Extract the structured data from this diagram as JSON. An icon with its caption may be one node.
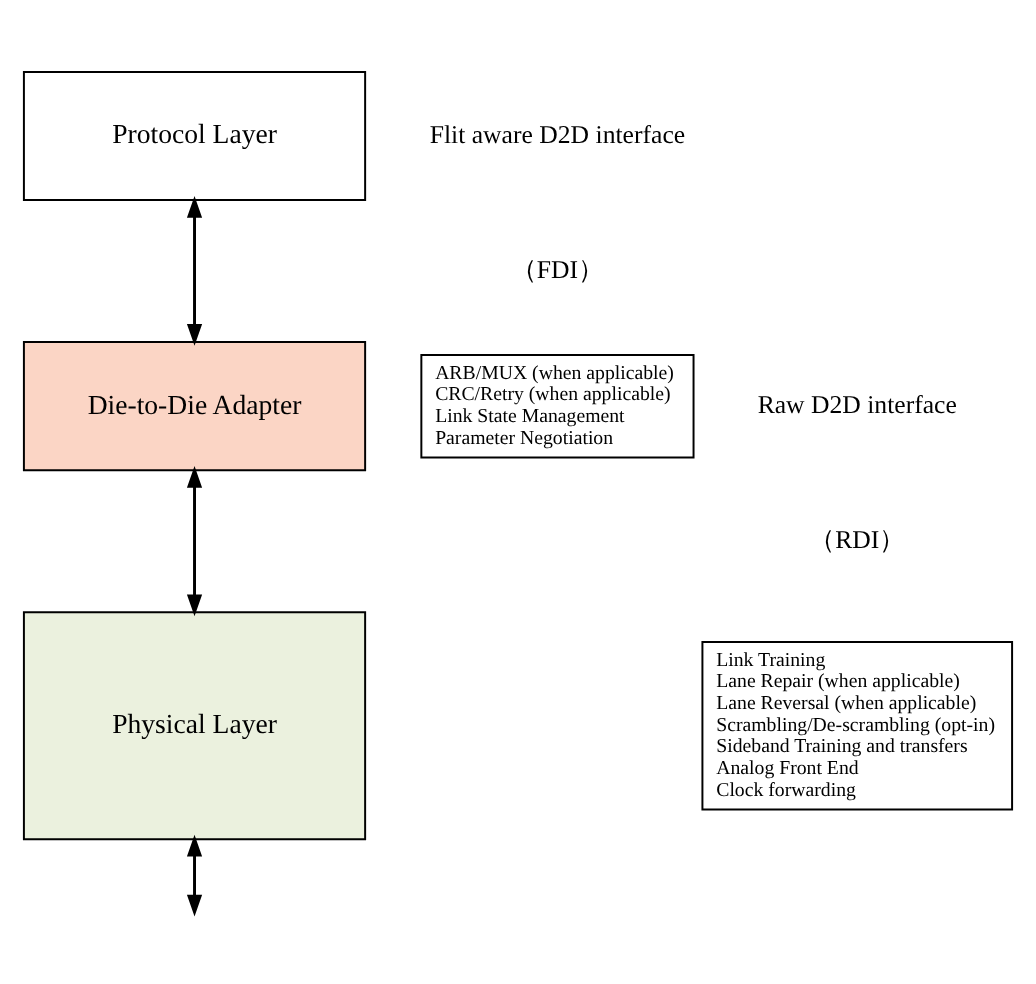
{
  "diagram": {
    "nodes": [
      {
        "text": [
          "Protocol Layer"
        ]
      },
      {
        "text": [
          "Die-to-Die Adapter"
        ]
      },
      {
        "text": [
          "ARB/MUX (when applicable)",
          "CRC/Retry (when applicable)",
          "Link State Management",
          "Parameter Negotiation"
        ]
      },
      {
        "text": [
          "Physical Layer"
        ]
      },
      {
        "text": [
          "Link Training",
          "Lane Repair (when applicable)",
          "Lane Reversal (when applicable)",
          "Scrambling/De-scrambling (opt-in)",
          "Sideband Training and transfers",
          "Analog Front End",
          "Clock forwarding"
        ]
      }
    ],
    "edges": [
      {
        "from": 0,
        "to": 1,
        "arrow": "both"
      },
      {
        "from": 1,
        "to": 3,
        "arrow": "both"
      },
      {
        "from": 3,
        "to": null,
        "arrow": "both"
      }
    ],
    "labels": [
      "Flit aware D2D interface",
      "（FDI）",
      "Raw D2D interface",
      "（RDI）"
    ]
  }
}
